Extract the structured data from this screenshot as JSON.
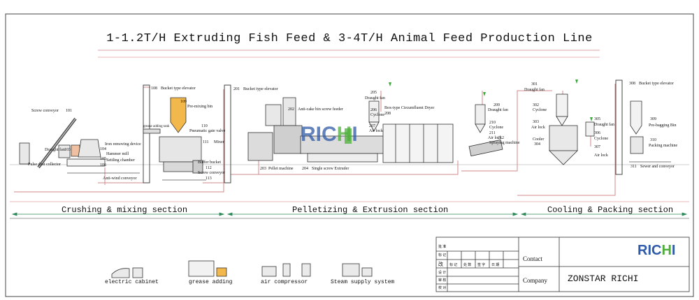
{
  "title": "1-1.2T/H Extruding Fish Feed & 3-4T/H Animal Feed Production Line",
  "sections": [
    {
      "label": "Crushing & mixing section"
    },
    {
      "label": "Pelletizing & Extrusion section"
    },
    {
      "label": "Cooling & Packing section"
    }
  ],
  "labels": {
    "screw_conveyor": "Screw conveyor",
    "n101": "101",
    "draught_fan_1": "Draught fan",
    "n103": "103",
    "iron_removing": "Iron removing device",
    "n104": "104",
    "hammer_mill": "Hammer mill",
    "n105": "105",
    "settling_chamber": "Settling chamber",
    "n106": "106",
    "pulse_collector": "Pulse dust collector",
    "anti_wind": "Anti-wind conveyor",
    "n108": "108",
    "bucket_elev_1": "Bucket type elevator",
    "n109": "109",
    "pre_mixing": "Pre-mixing bin",
    "grease_adding_tank": "grease adding tank",
    "n110": "110",
    "pneumatic_gate": "Pneumatic gate valve",
    "n111": "111",
    "mixer": "Mixer",
    "n112": "112",
    "buffer_bucket": "Buffer bucket",
    "screw_conveyor_2": "Screw conveyor",
    "n113": "113",
    "n201": "201",
    "bucket_elev_2": "Bucket type elevator",
    "n202": "202",
    "anti_cake": "Anti-cake bin screw feeder",
    "n203": "203",
    "pellet_machine": "Pellet machine",
    "n204": "204",
    "single_screw": "Single screw Extruder",
    "n205": "205",
    "draught_fan_2": "Draught fan",
    "n206": "206",
    "cyclone_1": "Cyclone",
    "n207": "207",
    "air_lock_1": "Air lock",
    "box_dryer": "Box-type Circumfluent Dryer",
    "n208": "208",
    "n209": "209",
    "draught_fan_3": "Draught fan",
    "n210": "210",
    "cyclone_2": "Cyclone",
    "n211": "211",
    "air_lock_2": "Air lock",
    "n212": "212",
    "spraying": "Spraying machine",
    "n301": "301",
    "draught_fan_4": "Draught fan",
    "n302": "302",
    "cyclone_3": "Cyclone",
    "n303": "303",
    "air_lock_3": "Air lock",
    "n304": "304",
    "cooler": "Cooler",
    "n305": "305",
    "draught_fan_5": "Draught fan",
    "n306": "306",
    "cyclone_4": "Cyclone",
    "n307": "307",
    "air_lock_4": "Air lock",
    "n308": "308",
    "bucket_elev_3": "Bucket type elevator",
    "n309": "309",
    "pre_bagging": "Pre-bagging Bin",
    "n310": "310",
    "packing": "Packing machine",
    "n311": "311",
    "sewer": "Sewer and conveyor"
  },
  "legend": [
    {
      "label": "electric cabinet"
    },
    {
      "label": "grease adding"
    },
    {
      "label": "air compressor"
    },
    {
      "label": "Steam supply system"
    }
  ],
  "title_block": {
    "contact_label": "Contact",
    "company_label": "Company",
    "company_name": "ZONSTAR RICHI",
    "cells": [
      "改",
      "标 记",
      "处 数",
      "签 字",
      "日 期",
      "标 记",
      "设 计",
      "审 核",
      "校 对",
      "批 准"
    ]
  },
  "logo": {
    "left": "RIC",
    "right": "I",
    "mark": "H",
    "color_blue": "#2f5aa8",
    "color_green": "#4caf3a"
  },
  "colors": {
    "pipe": "#d08a8a",
    "line": "#333333",
    "accent_pink": "#e0a0a0",
    "bin_orange": "#f2b84b"
  }
}
